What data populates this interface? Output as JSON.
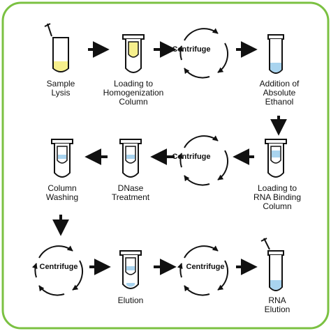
{
  "diagram": {
    "border_color": "#7bc142",
    "yellow_fill": "#f6ef8c",
    "blue_fill": "#a9d4ef",
    "labels": {
      "sample_lysis": "Sample\nLysis",
      "loading_homogenization": "Loading to\nHomogenization\nColumn",
      "addition_ethanol": "Addition of\nAbsolute\nEthanol",
      "loading_rna_binding": "Loading to\nRNA Binding\nColumn",
      "dnase_treatment": "DNase\nTreatment",
      "column_washing": "Column\nWashing",
      "elution": "Elution",
      "rna_elution": "RNA\nElution"
    },
    "centrifuge_text": "Centrifuge"
  }
}
